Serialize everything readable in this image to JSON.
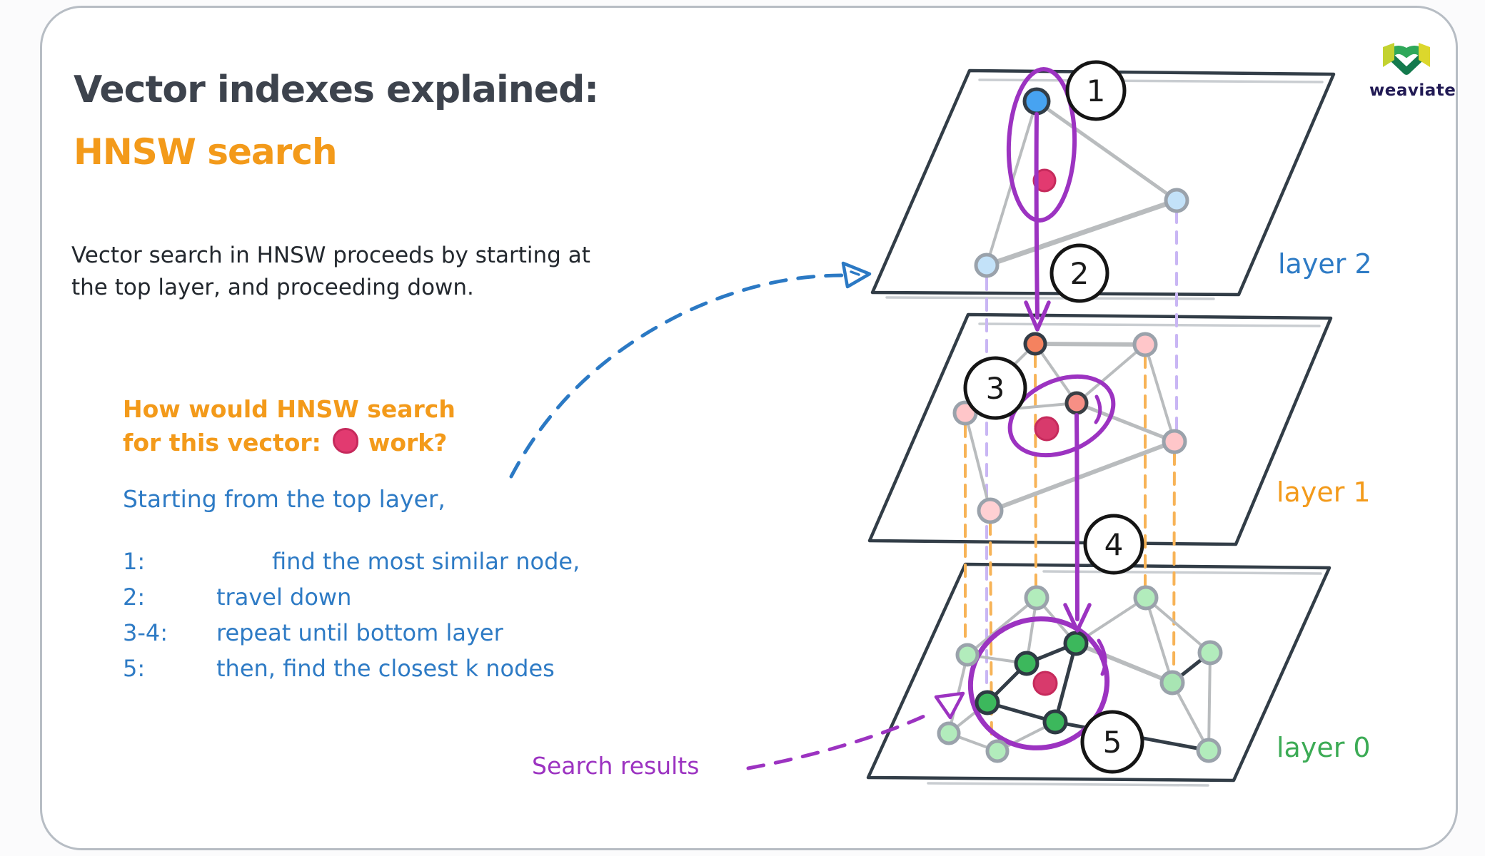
{
  "title": {
    "line1": "Vector indexes explained:",
    "line2": "HNSW search"
  },
  "intro": {
    "line1": "Vector search in HNSW proceeds by starting at",
    "line2": "the top layer, and proceeding down."
  },
  "question": {
    "line1": "How would HNSW search",
    "line2_before": "for this vector:",
    "line2_after": "work?"
  },
  "start_note": "Starting from the top layer,",
  "steps": [
    {
      "num": "1:",
      "text": "find the most similar node,"
    },
    {
      "num": "2:",
      "text": "travel down"
    },
    {
      "num": "3-4:",
      "text": "repeat until bottom layer"
    },
    {
      "num": "5:",
      "text": "then, find the closest k nodes"
    }
  ],
  "search_results_label": "Search results",
  "layers": [
    {
      "label": "layer 2",
      "color": "#2e7bc5"
    },
    {
      "label": "layer 1",
      "color": "#f39a1a"
    },
    {
      "label": "layer 0",
      "color": "#3cab55"
    }
  ],
  "markers": [
    "1",
    "2",
    "3",
    "4",
    "5"
  ],
  "logo": {
    "text": "weaviate"
  },
  "colors": {
    "title": "#3d434d",
    "body": "#23282e",
    "accent_orange": "#f39a1a",
    "accent_blue": "#2e7bc5",
    "accent_purple": "#9c33c1",
    "accent_green": "#3cab55",
    "query_dot": "#e23a70",
    "node_blue": "#47a3f1",
    "node_light_blue": "#c3e2f9",
    "node_salmon": "#f5825f",
    "node_pink": "#ffc6c9",
    "node_green": "#3cb85c",
    "node_light_green": "#b2ecbc",
    "edge_gray": "#b9bcbe",
    "layer_outline": "#323d47",
    "dash_lavender": "#c9b6f4",
    "dash_orange": "#f7b357"
  }
}
